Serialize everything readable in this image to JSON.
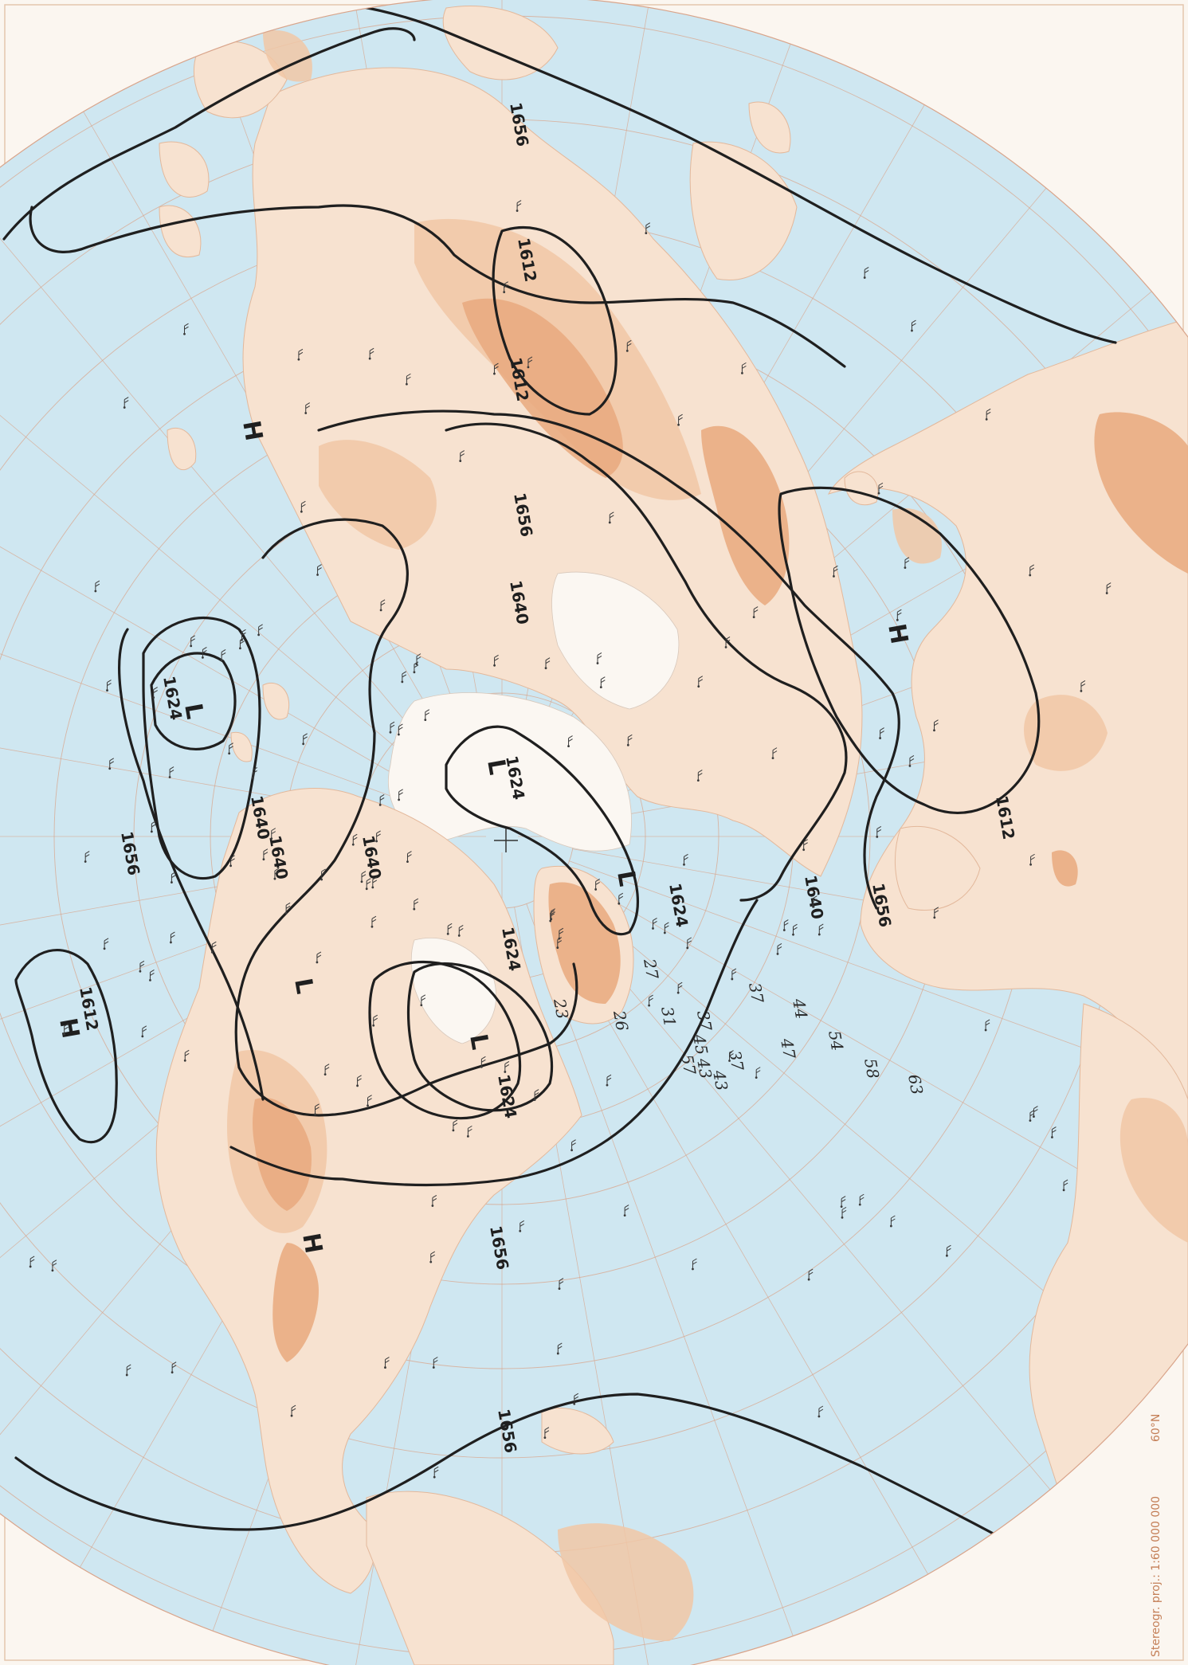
{
  "map": {
    "projection_note": "Stereogr. proj.: 1:60 000 000",
    "latitude_note": "60°N",
    "colors": {
      "ocean": "#cfe7f1",
      "land": "#f7e2d0",
      "highland": "#e9a97e",
      "contour": "#1f1f1f",
      "grid": "#d9a48a"
    },
    "contour_labels": [
      {
        "id": "c1656-top",
        "text": "1656"
      },
      {
        "id": "c1612-north",
        "text": "1612"
      },
      {
        "id": "c1612-siberia",
        "text": "1612"
      },
      {
        "id": "c1656-asia",
        "text": "1656"
      },
      {
        "id": "c1640-asia",
        "text": "1640"
      },
      {
        "id": "c1624-pole",
        "text": "1624"
      },
      {
        "id": "c1624-canada",
        "text": "1624"
      },
      {
        "id": "c1640-europe",
        "text": "1640"
      },
      {
        "id": "c1656-europe",
        "text": "1656"
      },
      {
        "id": "c1612-east",
        "text": "1612"
      },
      {
        "id": "c1624-pacific",
        "text": "1624"
      },
      {
        "id": "c1640-pacific",
        "text": "1640"
      },
      {
        "id": "c1656-pacific",
        "text": "1656"
      },
      {
        "id": "c1640-america",
        "text": "1640"
      },
      {
        "id": "c1624-america",
        "text": "1624"
      },
      {
        "id": "c1656-america",
        "text": "1656"
      },
      {
        "id": "c1612-atlantic",
        "text": "1612"
      },
      {
        "id": "c1656-bottom",
        "text": "1656"
      },
      {
        "id": "c1640-nw",
        "text": "1640"
      },
      {
        "id": "c1624-greenland",
        "text": "1624"
      }
    ],
    "pressure_centers": [
      {
        "id": "h-asia",
        "text": "H"
      },
      {
        "id": "h-east",
        "text": "H"
      },
      {
        "id": "h-atlantic",
        "text": "H"
      },
      {
        "id": "h-america",
        "text": "H"
      },
      {
        "id": "l-pacific",
        "text": "L"
      },
      {
        "id": "l-pole",
        "text": "L"
      },
      {
        "id": "l-europe",
        "text": "L"
      },
      {
        "id": "l-america",
        "text": "L"
      },
      {
        "id": "l-canada",
        "text": "L"
      }
    ],
    "handwritten_values": [
      "27",
      "23",
      "26",
      "31",
      "37",
      "37",
      "37",
      "43",
      "44",
      "47",
      "54",
      "58",
      "63",
      "57",
      "45",
      "43"
    ]
  }
}
